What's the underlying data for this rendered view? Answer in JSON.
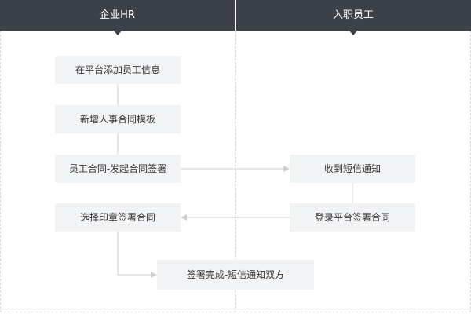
{
  "lanes": {
    "left": {
      "title": "企业HR"
    },
    "right": {
      "title": "入职员工"
    }
  },
  "steps": {
    "hr_add_info": "在平台添加员工信息",
    "hr_new_template": "新增人事合同模板",
    "hr_initiate_sign": "员工合同-发起合同签署",
    "emp_receive_sms": "收到短信通知",
    "emp_login_sign": "登录平台签署合同",
    "hr_select_seal": "选择印章签署合同",
    "done_notify": "签署完成-短信通知双方"
  },
  "colors": {
    "header_bg": "#3c4049",
    "box_bg": "#f2f3f5",
    "line": "#cfcfcf"
  }
}
